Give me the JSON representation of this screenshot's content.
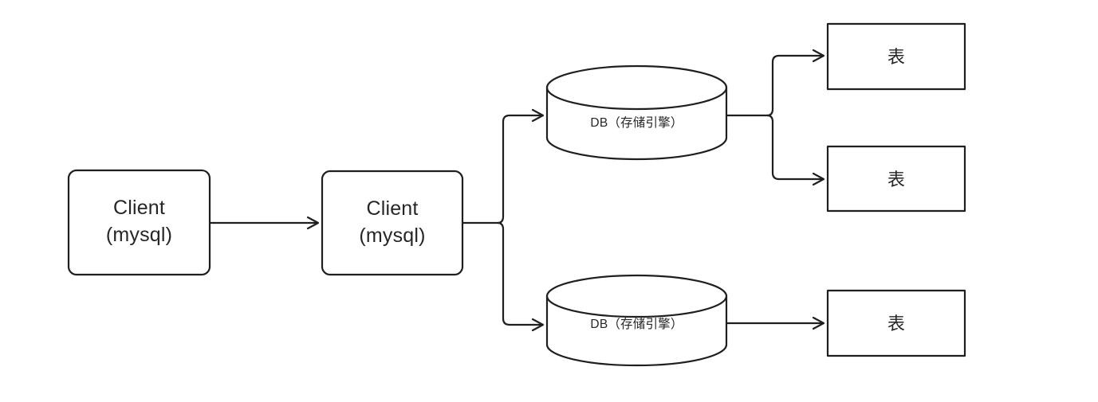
{
  "diagram": {
    "title": "MySQL client to storage engine topology",
    "background_color": "#ffffff",
    "stroke_color": "#1f1f1f",
    "text_color": "#262626",
    "nodes": {
      "client_1": {
        "label": "Client\n(mysql)",
        "shape": "rounded-rect"
      },
      "client_2": {
        "label": "Client\n(mysql)",
        "shape": "rounded-rect"
      },
      "db_top": {
        "label": "DB（存储引擎）",
        "shape": "cylinder"
      },
      "db_bottom": {
        "label": "DB（存储引擎）",
        "shape": "cylinder"
      },
      "table_1": {
        "label": "表",
        "shape": "rect"
      },
      "table_2": {
        "label": "表",
        "shape": "rect"
      },
      "table_3": {
        "label": "表",
        "shape": "rect"
      }
    },
    "edges": [
      {
        "from": "client_1",
        "to": "client_2",
        "style": "straight-arrow"
      },
      {
        "from": "client_2",
        "to": "db_top",
        "style": "elbow-arrow"
      },
      {
        "from": "client_2",
        "to": "db_bottom",
        "style": "elbow-arrow"
      },
      {
        "from": "db_top",
        "to": "table_1",
        "style": "elbow-arrow"
      },
      {
        "from": "db_top",
        "to": "table_2",
        "style": "elbow-arrow"
      },
      {
        "from": "db_bottom",
        "to": "table_3",
        "style": "straight-arrow"
      }
    ]
  }
}
